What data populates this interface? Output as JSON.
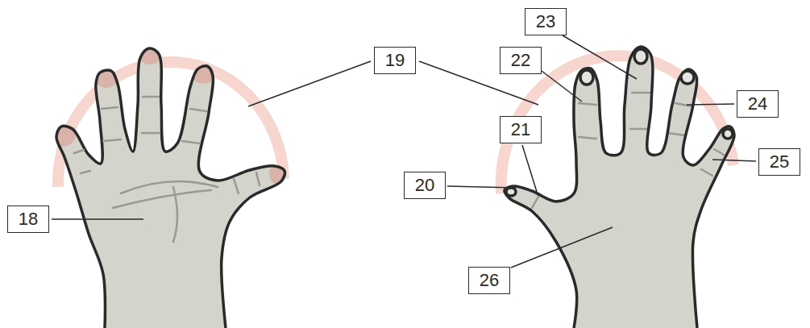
{
  "diagram": {
    "nodes": [
      {
        "text": [
          "19"
        ]
      },
      {
        "text": [
          "23"
        ]
      },
      {
        "text": [
          "22"
        ]
      },
      {
        "text": [
          "24"
        ]
      },
      {
        "text": [
          "21"
        ]
      },
      {
        "text": [
          "20"
        ]
      },
      {
        "text": [
          "25"
        ]
      },
      {
        "text": [
          "18"
        ]
      },
      {
        "text": [
          "26"
        ]
      }
    ]
  }
}
